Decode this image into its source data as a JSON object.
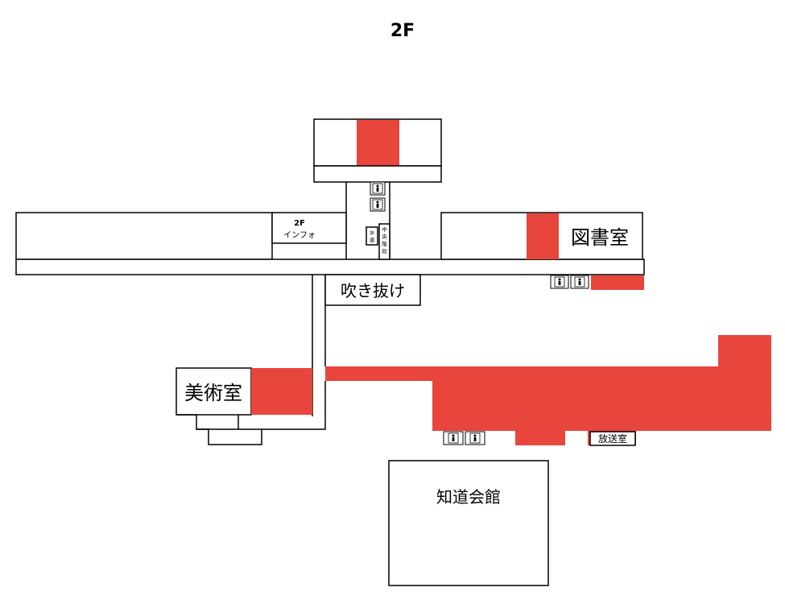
{
  "floor": {
    "label": "2F"
  },
  "info_point": {
    "line1": "2F",
    "line2": "インフォ"
  },
  "rooms": {
    "library": "図書室",
    "atrium": "吹き抜け",
    "art_room": "美術室",
    "broadcast_room": "放送室",
    "chido_hall": "知道会館"
  },
  "small_labels": {
    "water_left": [
      "水",
      "道"
    ],
    "central_stairs": [
      "中",
      "央",
      "階",
      "段"
    ]
  },
  "icons": {
    "restroom": "restroom-icon"
  },
  "colors": {
    "highlight_zone": "#e8453c",
    "walls": "#000000",
    "background": "#ffffff"
  }
}
